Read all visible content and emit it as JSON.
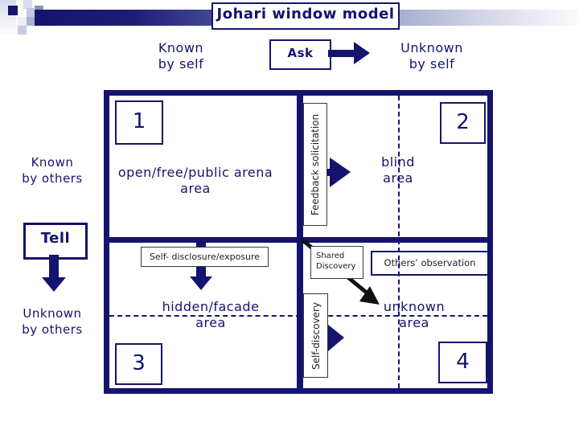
{
  "title": "Johari window model",
  "axis": {
    "known_by_self": "Known\nby self",
    "unknown_by_self": "Unknown\nby self",
    "known_by_others": "Known\nby others",
    "unknown_by_others": "Unknown\nby others"
  },
  "actions": {
    "ask": "Ask",
    "tell": "Tell"
  },
  "process_labels": {
    "feedback_solicitation": "Feedback solicitation",
    "self_disclosure": "Self- disclosure/exposure",
    "shared_discovery": "Shared\nDiscovery",
    "others_observation": "Others’ observation",
    "self_discovery": "Self-discovery"
  },
  "quadrants": [
    {
      "number": "1",
      "label": "open/free/public arena\narea"
    },
    {
      "number": "2",
      "label": "blind\narea"
    },
    {
      "number": "3",
      "label": "hidden/facade\narea"
    },
    {
      "number": "4",
      "label": "unknown\narea"
    }
  ],
  "colors": {
    "navy": "#14146e",
    "arrow_black": "#111111",
    "background": "#ffffff"
  }
}
